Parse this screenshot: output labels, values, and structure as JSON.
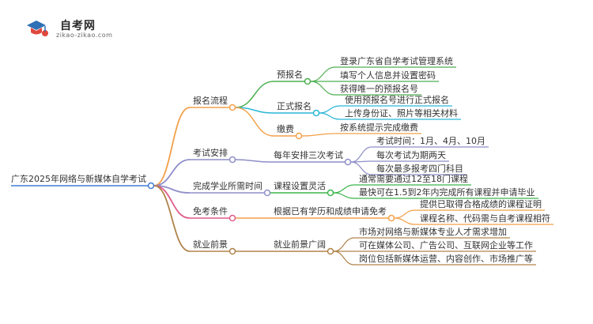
{
  "logo": {
    "title": "自考网",
    "subtitle": "zikao-zikao.com"
  },
  "mindmap": {
    "root": "广东2025年网络与新媒体自学考试",
    "branches": [
      {
        "label": "报名流程",
        "color": "#f2a04a",
        "children": [
          {
            "label": "预报名",
            "color": "#4caf50",
            "leaves": [
              "登录广东省自学考试管理系统",
              "填写个人信息并设置密码",
              "获得唯一的预报名号"
            ]
          },
          {
            "label": "正式报名",
            "color": "#29b6d6",
            "leaves": [
              "使用预报名号进行正式报名",
              "上传身份证、照片等相关材料"
            ]
          },
          {
            "label": "缴费",
            "color": "#f2a04a",
            "leaves": [
              "按系统提示完成缴费"
            ]
          }
        ]
      },
      {
        "label": "考试安排",
        "color": "#8e8ec8",
        "children": [
          {
            "label": "每年安排三次考试",
            "color": "#8e8ec8",
            "leaves": [
              "考试时间：1月、4月、10月",
              "每次考试为期两天",
              "每次最多报考四门科目"
            ]
          }
        ]
      },
      {
        "label": "完成学业所需时间",
        "color": "#8e8ec8",
        "children": [
          {
            "label": "课程设置灵活",
            "color": "#39b54a",
            "leaves": [
              "通常需要通过12至18门课程",
              "最快可在1.5到2年内完成所有课程并申请毕业"
            ]
          }
        ]
      },
      {
        "label": "免考条件",
        "color": "#e05b8a",
        "children": [
          {
            "label": "根据已有学历和成绩申请免考",
            "color": "#f2a04a",
            "leaves": [
              "提供已取得合格成绩的课程证明",
              "课程名称、代码需与自考课程相符"
            ]
          }
        ]
      },
      {
        "label": "就业前景",
        "color": "#b0834a",
        "children": [
          {
            "label": "就业前景广阔",
            "color": "#b0834a",
            "leaves": [
              "市场对网络与新媒体专业人才需求增加",
              "可在媒体公司、广告公司、互联网企业等工作",
              "岗位包括新媒体运营、内容创作、市场推广等"
            ]
          }
        ]
      }
    ]
  }
}
